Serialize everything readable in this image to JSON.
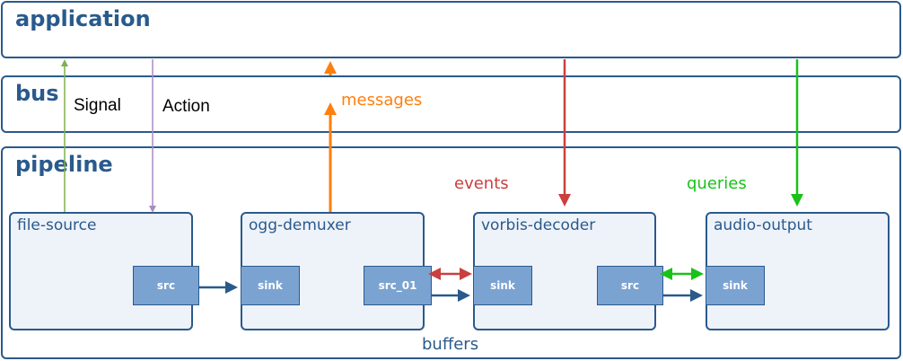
{
  "sections": {
    "application": "application",
    "bus": "bus",
    "pipeline": "pipeline"
  },
  "elements": [
    {
      "name": "file-source",
      "pads": [
        "src"
      ]
    },
    {
      "name": "ogg-demuxer",
      "pads": [
        "sink",
        "src_01"
      ]
    },
    {
      "name": "vorbis-decoder",
      "pads": [
        "sink",
        "src"
      ]
    },
    {
      "name": "audio-output",
      "pads": [
        "sink"
      ]
    }
  ],
  "labels": {
    "signal": "Signal",
    "action": "Action",
    "messages": "messages",
    "events": "events",
    "queries": "queries",
    "buffers": "buffers"
  },
  "colors": {
    "frame": "#2a5a8c",
    "signal": "#7fb04f",
    "action": "#a98bc4",
    "messages": "#ff7f0e",
    "events": "#c9403f",
    "queries": "#19c219",
    "buffers": "#2a5a8c"
  }
}
